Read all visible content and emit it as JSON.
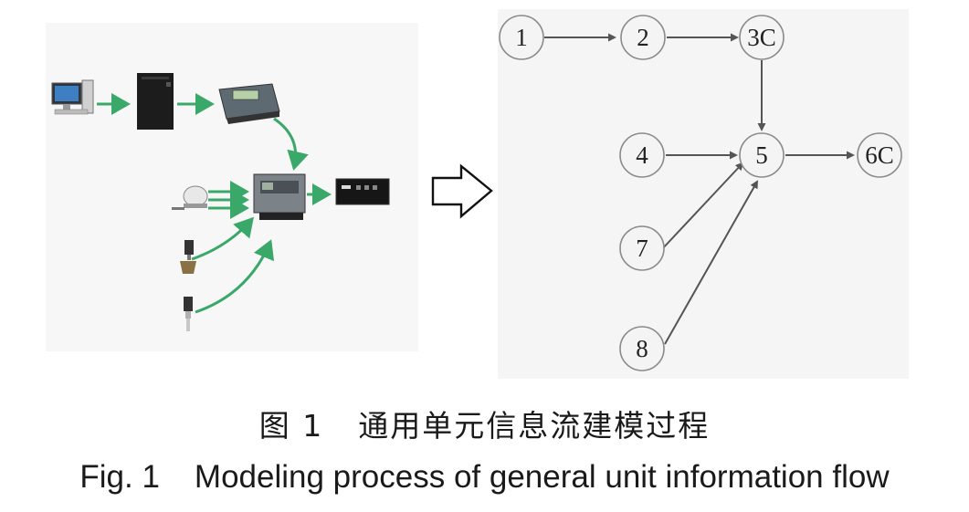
{
  "graph": {
    "nodes": [
      {
        "id": "n1",
        "label": "1"
      },
      {
        "id": "n2",
        "label": "2"
      },
      {
        "id": "n3c",
        "label": "3C"
      },
      {
        "id": "n4",
        "label": "4"
      },
      {
        "id": "n5",
        "label": "5"
      },
      {
        "id": "n6c",
        "label": "6C"
      },
      {
        "id": "n7",
        "label": "7"
      },
      {
        "id": "n8",
        "label": "8"
      }
    ],
    "edges": [
      {
        "from": "1",
        "to": "2"
      },
      {
        "from": "2",
        "to": "3C"
      },
      {
        "from": "3C",
        "to": "5"
      },
      {
        "from": "4",
        "to": "5"
      },
      {
        "from": "7",
        "to": "5"
      },
      {
        "from": "8",
        "to": "5"
      },
      {
        "from": "5",
        "to": "6C"
      }
    ]
  },
  "caption": {
    "cn_number": "图 1",
    "cn_title": "通用单元信息流建模过程",
    "en_number": "Fig. 1",
    "en_title": "Modeling process of general unit information flow"
  },
  "colors": {
    "flow_arrow": "#3aa868",
    "graph_edge": "#555555",
    "node_fill": "#f4f4f4"
  },
  "icons": [
    "desktop-computer-icon",
    "server-tower-icon",
    "controller-module-icon",
    "satellite-dome-icon",
    "processing-unit-icon",
    "output-box-icon",
    "valve-sensor-icon",
    "probe-sensor-icon",
    "hollow-arrow-icon"
  ]
}
